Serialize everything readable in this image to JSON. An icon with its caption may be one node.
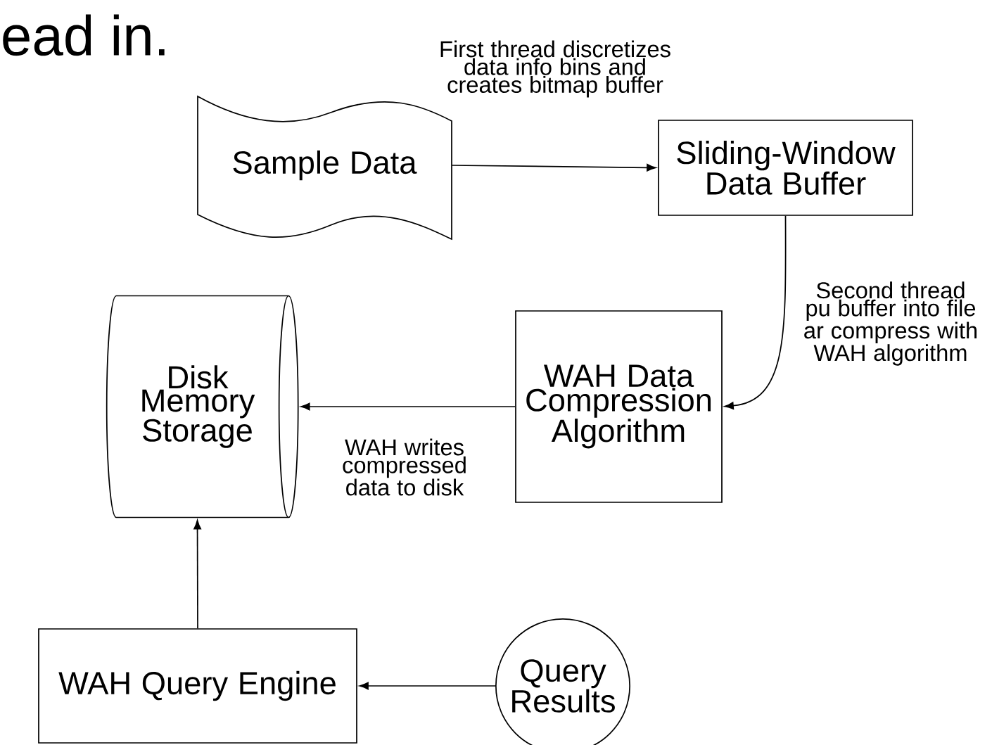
{
  "diagram": {
    "nodes": [
      {
        "text": [
          "Sample Data"
        ]
      },
      {
        "text": [
          "Sliding-Window Data Buffer"
        ]
      },
      {
        "text": [
          "WAH Data Compression Algorithm"
        ]
      },
      {
        "text": [
          "Disk Memory Storage"
        ]
      },
      {
        "text": [
          "WAH Query Engine"
        ]
      },
      {
        "text": [
          "Query Results"
        ]
      }
    ],
    "edges": [
      {
        "from": 0,
        "to": 1,
        "arrow": "to",
        "label": "First thread discretizes data info bins and creates bitmap buffer"
      },
      {
        "from": 1,
        "to": 2,
        "arrow": "to",
        "label": "Second thread pu buffer into file ar compress with WAH algorithm"
      },
      {
        "from": 2,
        "to": 3,
        "arrow": "to",
        "label": "WAH writes compressed data to disk"
      },
      {
        "from": 4,
        "to": 3,
        "arrow": "to"
      },
      {
        "from": 5,
        "to": 4,
        "arrow": "to"
      }
    ],
    "labels": [
      "ead in."
    ]
  }
}
